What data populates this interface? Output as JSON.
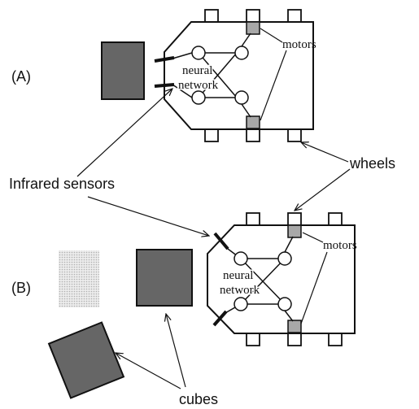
{
  "colors": {
    "line": "#111111",
    "cube_fill": "#666666",
    "motor_fill": "#a8a8a8",
    "dotted_cube_fill": "#d8d8d8"
  },
  "labels": {
    "panel_a": "(A)",
    "panel_b": "(B)",
    "neural": "neural",
    "network": "network",
    "motors": "motors",
    "wheels": "wheels",
    "infrared_sensors": "Infrared sensors",
    "cubes": "cubes"
  }
}
